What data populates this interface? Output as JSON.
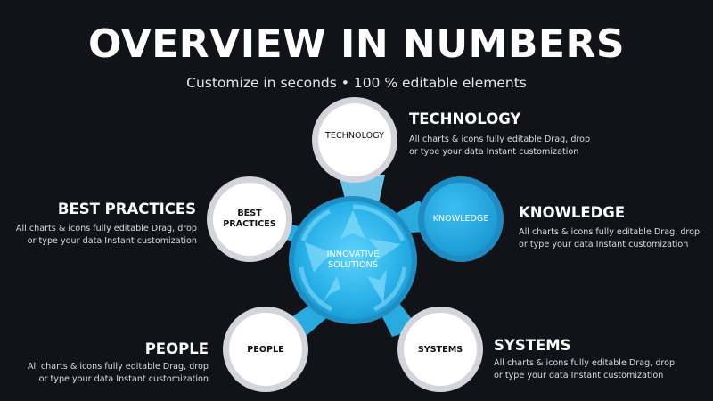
{
  "title": "OVERVIEW IN NUMBERS",
  "subtitle": "Customize in seconds • 100 % editable elements",
  "center": {
    "label_line1": "INNOVATIVE",
    "label_line2": "SOLUTIONS"
  },
  "nodes": {
    "technology": {
      "circle_label": "TECHNOLOGY",
      "heading": "TECHNOLOGY",
      "desc_line1": "All charts & icons fully editable Drag, drop",
      "desc_line2": "or type your data Instant customization"
    },
    "knowledge": {
      "circle_label": "KNOWLEDGE",
      "heading": "KNOWLEDGE",
      "desc_line1": "All charts & icons fully editable Drag, drop",
      "desc_line2": "or type your data Instant customization"
    },
    "systems": {
      "circle_label": "SYSTEMS",
      "heading": "SYSTEMS",
      "desc_line1": "All charts & icons fully editable Drag, drop",
      "desc_line2": "or type your data Instant customization"
    },
    "people": {
      "circle_label": "PEOPLE",
      "heading": "PEOPLE",
      "desc_line1": "All charts & icons fully editable Drag, drop",
      "desc_line2": "or type your data Instant customization"
    },
    "best_practices": {
      "circle_label_line1": "BEST",
      "circle_label_line2": "PRACTICES",
      "heading": "BEST PRACTICES",
      "desc_line1": "All charts & icons fully editable Drag, drop",
      "desc_line2": "or type your data Instant customization"
    }
  },
  "colors": {
    "background": "#121318",
    "accent": "#2bb3ea",
    "accent_light": "#8fdcf7",
    "ring": "#d4d5dc"
  }
}
